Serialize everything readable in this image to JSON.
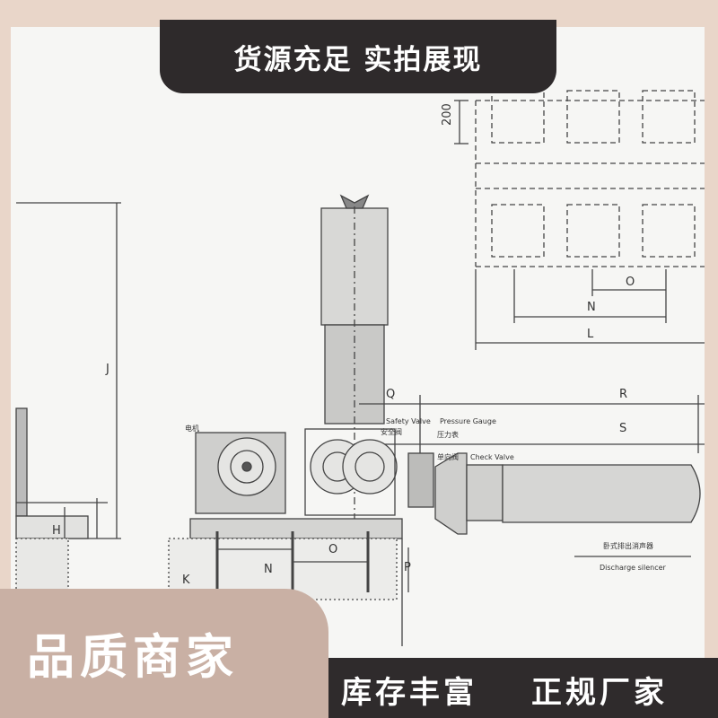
{
  "banner": {
    "title": "货源充足 实拍展现"
  },
  "badge": {
    "label": "品质商家"
  },
  "footer": {
    "left_label": "库存丰富",
    "right_label": "正规厂家"
  },
  "drawing": {
    "dimension_labels": {
      "d200": "200",
      "o_top": "O",
      "n_top": "N",
      "l_top": "L",
      "j": "J",
      "h": "H",
      "k": "K",
      "q": "Q",
      "r": "R",
      "s": "S",
      "o_base": "O",
      "n_base": "N",
      "p": "P"
    },
    "annotations": {
      "motor": "电机",
      "safety_valve_en": "Safety Valve",
      "safety_valve_cn": "安全阀",
      "pressure_gauge_en": "Pressure Gauge",
      "pressure_gauge_cn": "压力表",
      "check_valve_cn": "单向阀",
      "check_valve_en": "Check Valve",
      "silencer_cn": "卧式排出消声器",
      "silencer_en": "Discharge silencer"
    }
  }
}
